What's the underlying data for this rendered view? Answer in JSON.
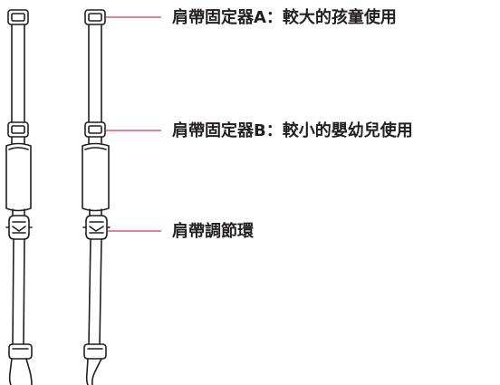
{
  "callouts": [
    {
      "id": "shoulder-strap-retainer-a",
      "label": "肩帶固定器A：較大的孩童使用"
    },
    {
      "id": "shoulder-strap-retainer-b",
      "label": "肩帶固定器B：較小的嬰幼兒使用"
    },
    {
      "id": "shoulder-strap-adjuster",
      "label": "肩帶調節環"
    }
  ],
  "colors": {
    "line": "#231f20",
    "leader": "#d6336c",
    "text": "#231f20",
    "background": "#ffffff"
  }
}
